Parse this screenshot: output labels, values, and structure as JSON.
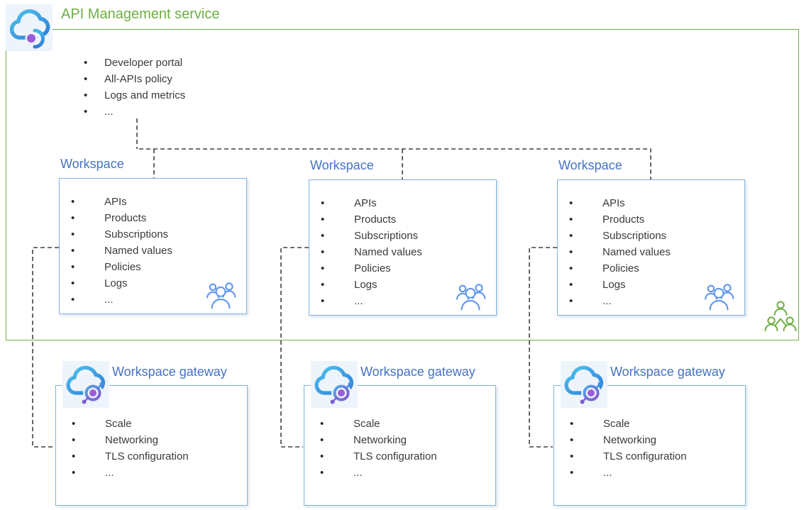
{
  "service": {
    "title": "API Management service",
    "icon": "api-management-cloud-icon",
    "features": [
      "Developer portal",
      "All-APIs policy",
      "Logs and metrics",
      "..."
    ]
  },
  "workspaces": [
    {
      "label": "Workspace",
      "members_icon": "people-icon",
      "features": [
        "APIs",
        "Products",
        "Subscriptions",
        "Named values",
        "Policies",
        "Logs",
        "..."
      ]
    },
    {
      "label": "Workspace",
      "members_icon": "people-icon",
      "features": [
        "APIs",
        "Products",
        "Subscriptions",
        "Named values",
        "Policies",
        "Logs",
        "..."
      ]
    },
    {
      "label": "Workspace",
      "members_icon": "people-icon",
      "features": [
        "APIs",
        "Products",
        "Subscriptions",
        "Named values",
        "Policies",
        "Logs",
        "..."
      ]
    }
  ],
  "gateways": [
    {
      "label": "Workspace gateway",
      "icon": "workspace-gateway-cloud-icon",
      "features": [
        "Scale",
        "Networking",
        "TLS configuration",
        "..."
      ]
    },
    {
      "label": "Workspace gateway",
      "icon": "workspace-gateway-cloud-icon",
      "features": [
        "Scale",
        "Networking",
        "TLS configuration",
        "..."
      ]
    },
    {
      "label": "Workspace gateway",
      "icon": "workspace-gateway-cloud-icon",
      "features": [
        "Scale",
        "Networking",
        "TLS configuration",
        "..."
      ]
    }
  ],
  "org_icon": "org-hierarchy-people-icon",
  "colors": {
    "green": "#70AD47",
    "label_blue": "#4472C4",
    "box_border_blue": "#7FB2E5",
    "people_blue": "#6097EA",
    "cloud_cyan": "#4EC3EC",
    "cloud_blue": "#2E7CD9",
    "purple_dot": "#9A5CD8",
    "dash_gray": "#404040",
    "text_gray": "#3A3A3A",
    "icon_tile_bg": "#EEF4FB"
  }
}
